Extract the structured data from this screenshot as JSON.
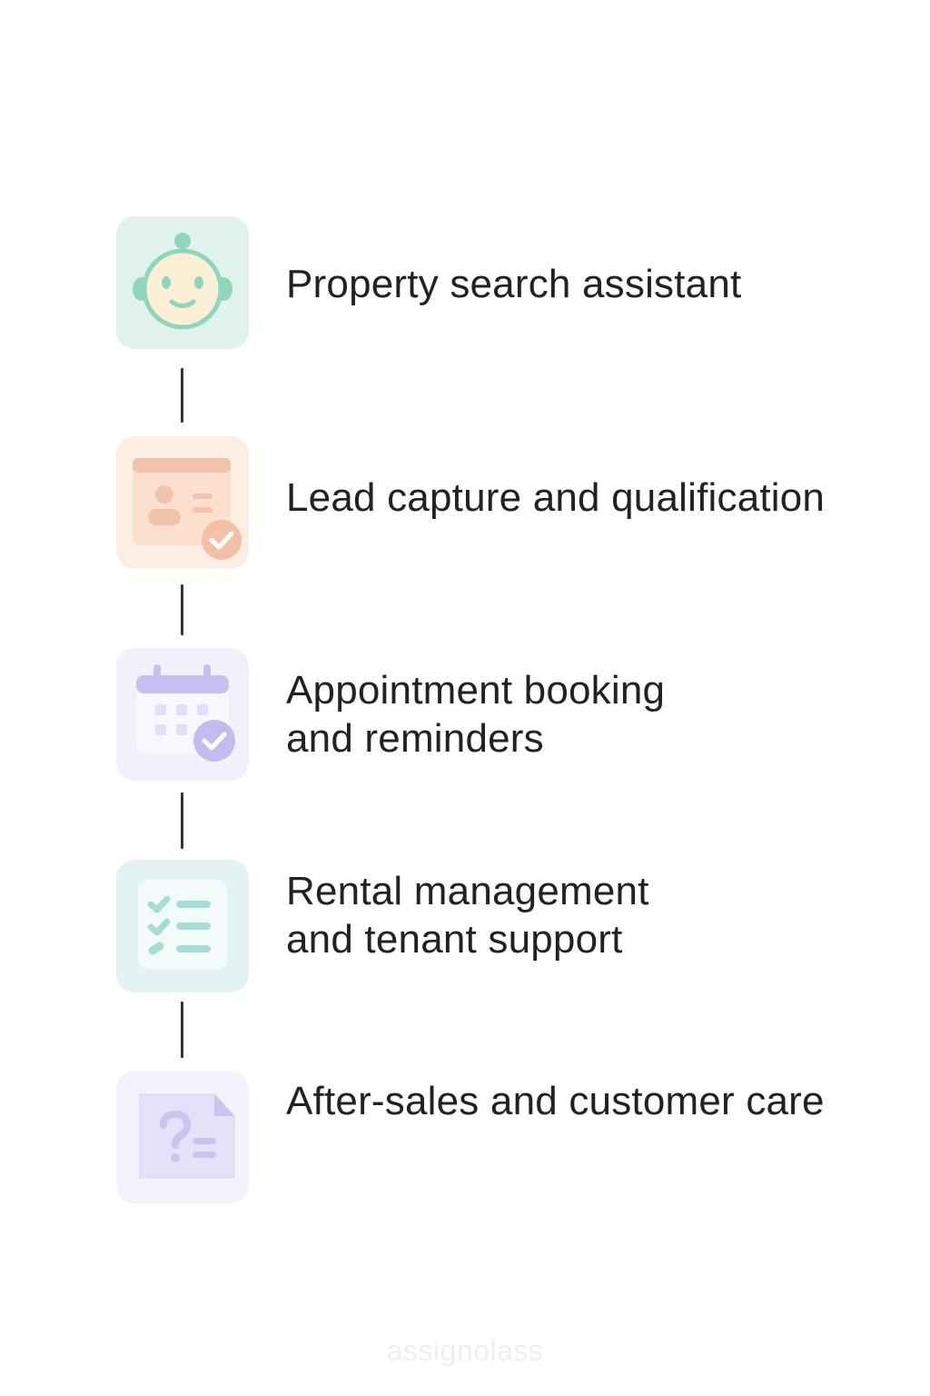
{
  "steps": [
    {
      "label_lines": [
        "Property search assistant"
      ],
      "icon": "robot-face-icon",
      "tile_color": "#dff3ec",
      "accent_color": "#8fd6bd"
    },
    {
      "label_lines": [
        "Lead capture and qualification"
      ],
      "icon": "contact-card-check-icon",
      "tile_color": "#fdeee4",
      "accent_color": "#f1c3aa"
    },
    {
      "label_lines": [
        "Appointment booking",
        "and reminders"
      ],
      "icon": "calendar-check-icon",
      "tile_color": "#f3f0fc",
      "accent_color": "#c9bff0"
    },
    {
      "label_lines": [
        "Rental management",
        "and tenant support"
      ],
      "icon": "checklist-icon",
      "tile_color": "#e3f3f3",
      "accent_color": "#a6ddd6"
    },
    {
      "label_lines": [
        "After-sales and customer care"
      ],
      "icon": "help-document-icon",
      "tile_color": "#f5f2fd",
      "accent_color": "#cdc3ef"
    }
  ],
  "connector_color": "#333333",
  "watermark": "assignolass"
}
